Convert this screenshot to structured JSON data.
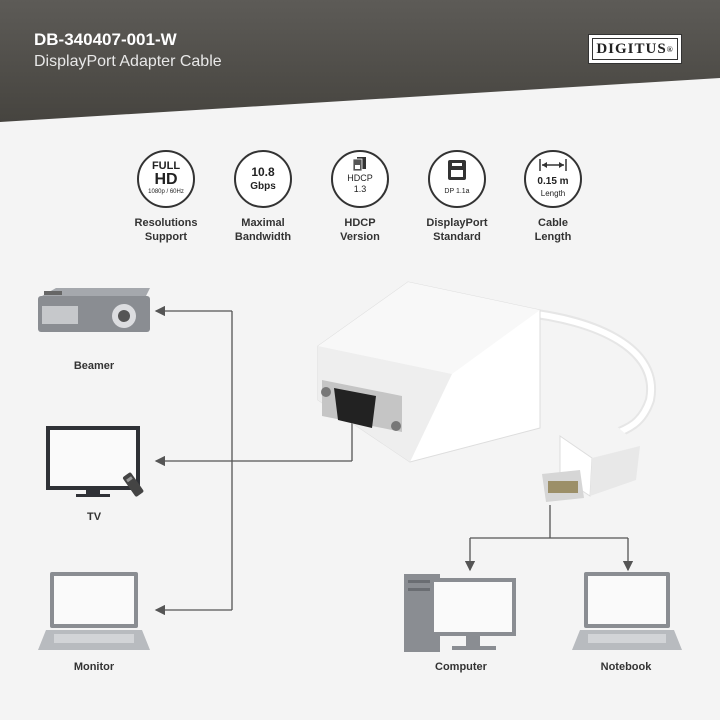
{
  "header": {
    "sku": "DB-340407-001-W",
    "subtitle": "DisplayPort Adapter Cable",
    "brand": "DIGITUS",
    "brand_mark": "®"
  },
  "features": [
    {
      "icon": "full-hd-icon",
      "line1": "FULL",
      "line2": "HD",
      "line3": "1080p / 60Hz",
      "label1": "Resolutions",
      "label2": "Support"
    },
    {
      "icon": "bandwidth-icon",
      "line1": "10.8",
      "line2": "Gbps",
      "label1": "Maximal",
      "label2": "Bandwidth"
    },
    {
      "icon": "hdcp-icon",
      "line1": "HDCP",
      "line2": "1.3",
      "label1": "HDCP",
      "label2": "Version"
    },
    {
      "icon": "displayport-icon",
      "line1": "DP 1.1a",
      "label1": "DisplayPort",
      "label2": "Standard"
    },
    {
      "icon": "cable-length-icon",
      "line1": "0.15 m",
      "line2": "Length",
      "label1": "Cable",
      "label2": "Length"
    }
  ],
  "devices": {
    "beamer": "Beamer",
    "tv": "TV",
    "monitor": "Monitor",
    "computer": "Computer",
    "notebook": "Notebook"
  },
  "colors": {
    "header_bg": "#4f4d49",
    "line": "#555555",
    "device": "#8a8d92"
  }
}
